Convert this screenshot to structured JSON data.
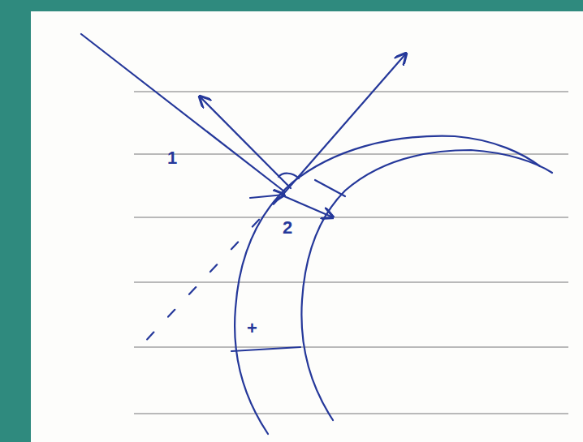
{
  "diagram": {
    "labels": [
      "1",
      "2",
      "+"
    ]
  }
}
